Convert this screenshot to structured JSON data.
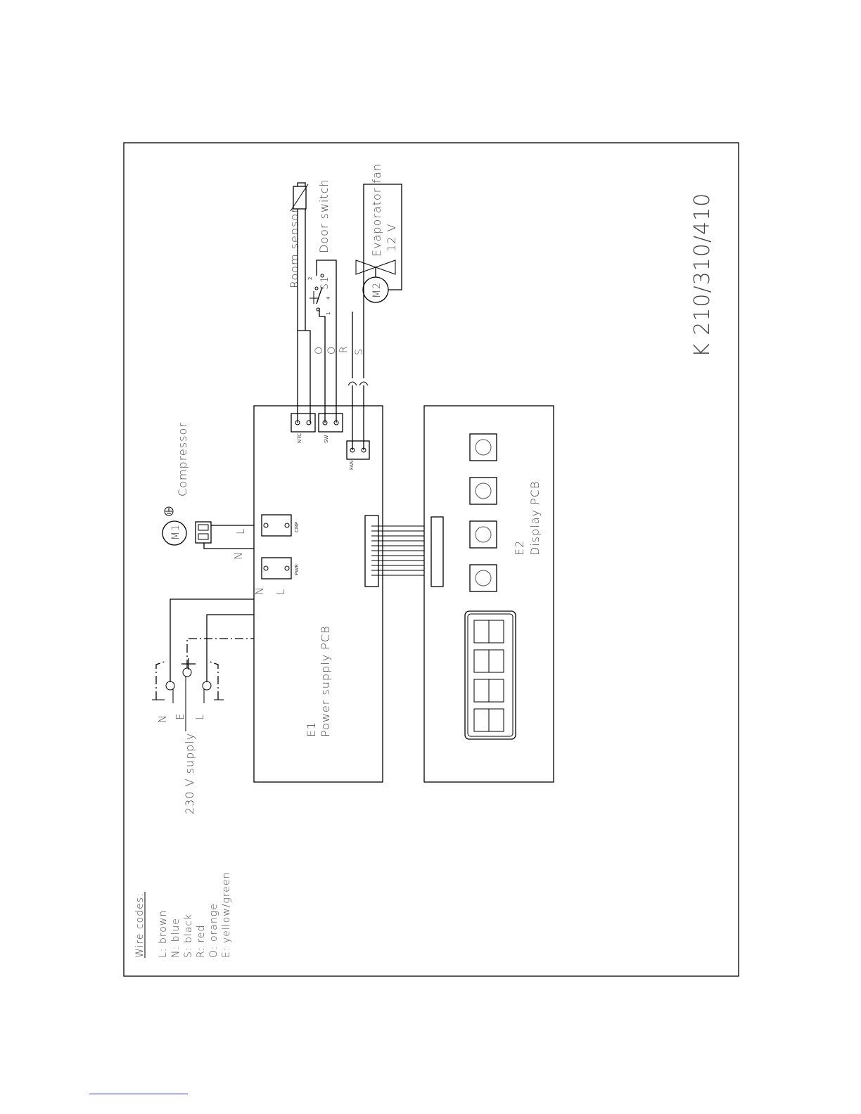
{
  "title": "K 210/310/410",
  "wire_codes": {
    "heading": "Wire codes:",
    "items": [
      "L: brown",
      "N: blue",
      "S: black",
      "R: red",
      "O: orange",
      "E: yellow/green"
    ]
  },
  "supply": {
    "label": "230 V supply",
    "N": "N",
    "E": "E",
    "L": "L"
  },
  "compressor": {
    "label": "Compressor",
    "id": "M1",
    "N": "N",
    "L": "L",
    "conn": "CMP"
  },
  "psu": {
    "id": "E1",
    "label": "Power supply PCB",
    "pwr": "PWR",
    "N": "N",
    "L": "L",
    "ntc": "NTC",
    "sw": "SW",
    "fan": "FAN"
  },
  "display": {
    "id": "E2",
    "label": "Display PCB"
  },
  "room_sensor": {
    "label": "Room sensor",
    "wire1": "O",
    "wire2": "O"
  },
  "door_switch": {
    "label": "Door switch",
    "id": "S1",
    "p1": "1",
    "p2": "2",
    "p4": "4"
  },
  "fan": {
    "label": "Evaporator fan",
    "voltage": "12 V",
    "id": "M2",
    "wireR": "R",
    "wireS": "S"
  },
  "colors": {
    "line": "#000000",
    "text": "#444444",
    "link": "#3333cc"
  }
}
